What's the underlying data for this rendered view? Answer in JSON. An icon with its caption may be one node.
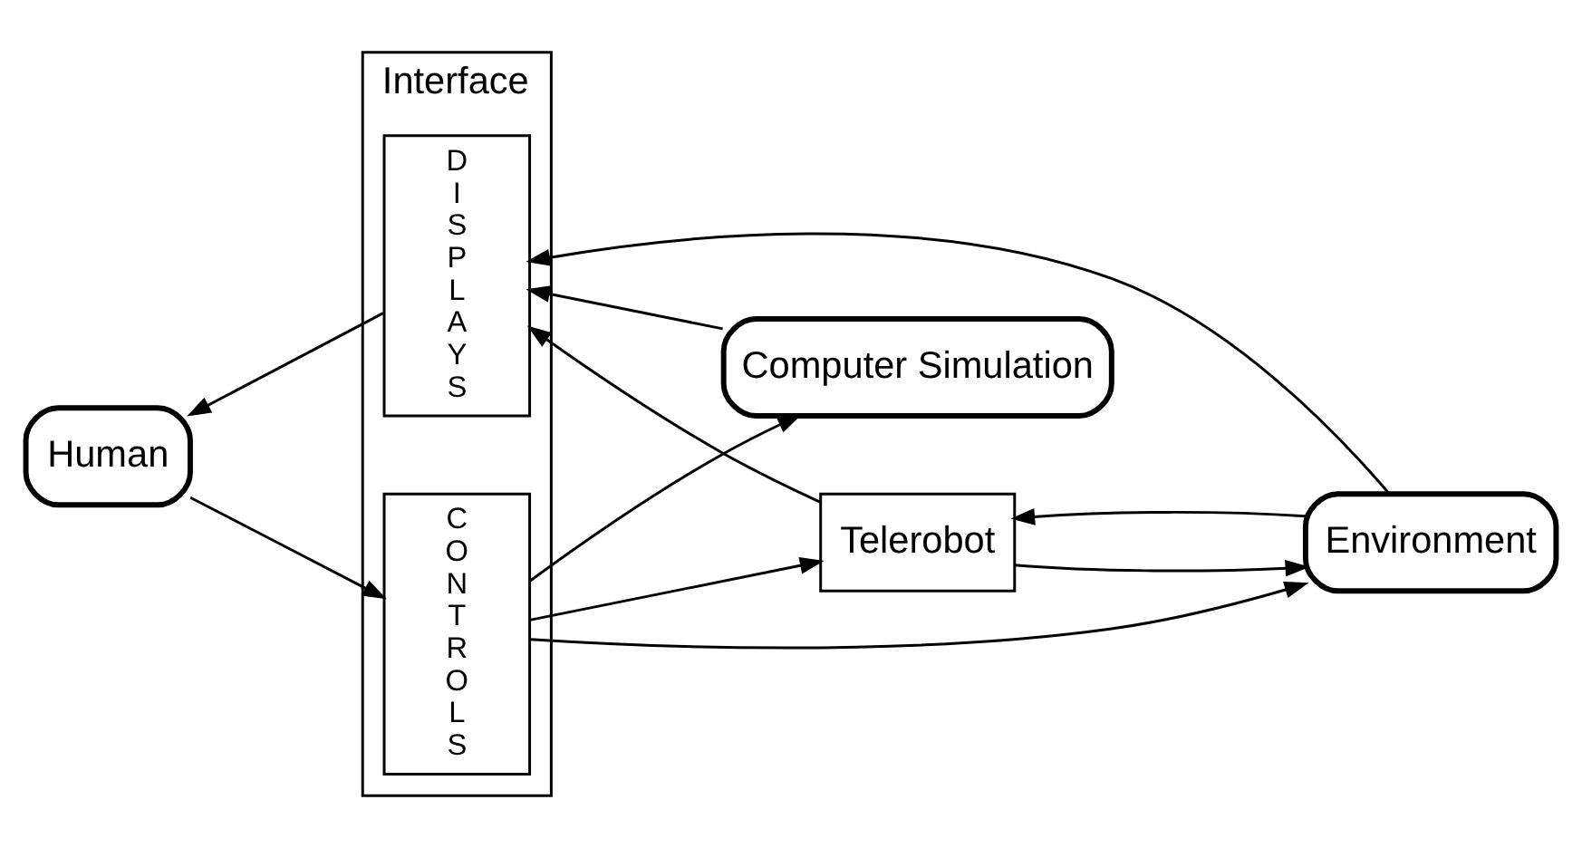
{
  "diagram": {
    "nodes": [
      {
        "text": [
          "Interface"
        ]
      },
      {
        "text": [
          "DISPLAYS"
        ],
        "in": 0
      },
      {
        "text": [
          "CONTROLS"
        ],
        "in": 0
      },
      {
        "text": [
          "Human"
        ]
      },
      {
        "text": [
          "Telerobot"
        ]
      },
      {
        "text": [
          "Environment"
        ]
      },
      {
        "text": [
          "Computer Simulation"
        ]
      }
    ],
    "edges": [
      {
        "from": 5,
        "to": 1,
        "arrow": "to"
      },
      {
        "from": 2,
        "to": 5,
        "arrow": "to"
      },
      {
        "from": 1,
        "to": 3,
        "arrow": "to"
      },
      {
        "from": 3,
        "to": 2,
        "arrow": "to"
      },
      {
        "from": 4,
        "to": 1,
        "arrow": "to"
      },
      {
        "from": 2,
        "to": 4,
        "arrow": "to"
      },
      {
        "from": 4,
        "to": 5,
        "arrow": "to"
      },
      {
        "from": 5,
        "to": 4,
        "arrow": "to"
      },
      {
        "from": 6,
        "to": 1,
        "arrow": "to"
      },
      {
        "from": 2,
        "to": 6,
        "arrow": "to"
      }
    ]
  }
}
